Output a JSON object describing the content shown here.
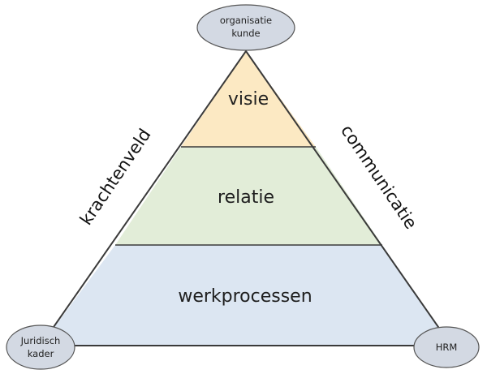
{
  "diagram": {
    "layers": [
      {
        "label": "visie",
        "fill": "#fce9c3"
      },
      {
        "label": "relatie",
        "fill": "#e2edd8"
      },
      {
        "label": "werkprocessen",
        "fill": "#dce6f2"
      }
    ],
    "sides": {
      "left": "krachtenveld",
      "right": "communicatie"
    },
    "nodes": {
      "top": {
        "line1": "organisatie",
        "line2": "kunde"
      },
      "bottom_left": {
        "line1": "Juridisch",
        "line2": "kader"
      },
      "bottom_right": {
        "line1": "HRM"
      }
    },
    "colors": {
      "outline": "#3a3a3a",
      "node_fill": "#d3d9e3",
      "node_stroke": "#555555"
    }
  }
}
